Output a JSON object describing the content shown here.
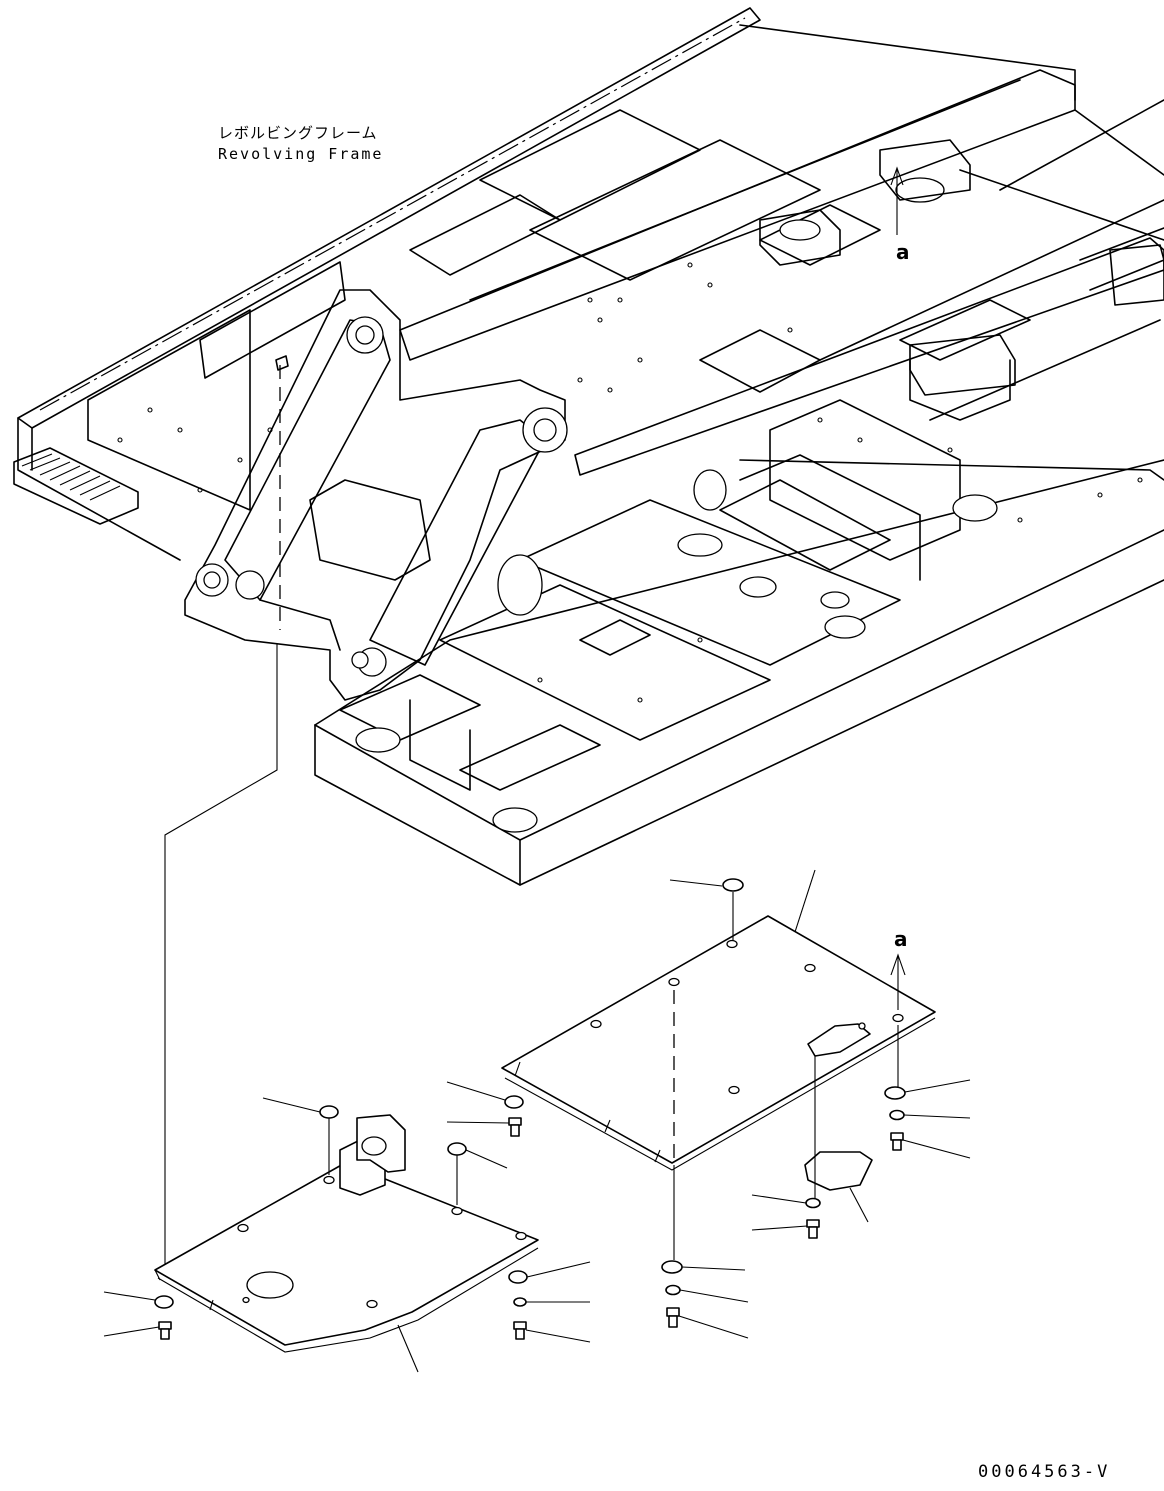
{
  "labels": {
    "frame_jp": "レボルビングフレーム",
    "frame_en": "Revolving Frame",
    "callout_upper": "a",
    "callout_lower": "a",
    "drawing_number": "00064563-V"
  }
}
